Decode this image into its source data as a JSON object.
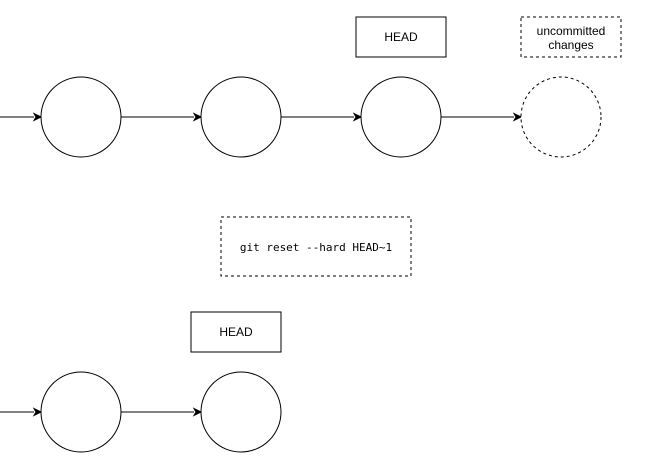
{
  "top_head_label": "HEAD",
  "uncommitted": {
    "line1": "uncommitted",
    "line2": "changes"
  },
  "command": "git reset --hard HEAD~1",
  "bottom_head_label": "HEAD"
}
